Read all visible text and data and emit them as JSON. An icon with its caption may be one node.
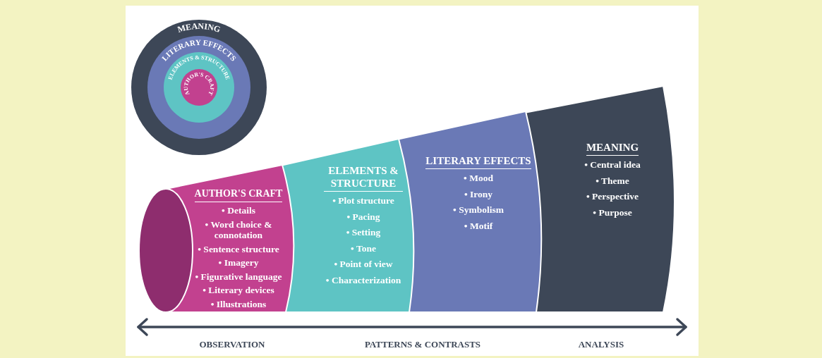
{
  "diagram": {
    "nodes": [
      {
        "text": [
          "MEANING"
        ]
      },
      {
        "text": [
          "LITERARY EFFECTS"
        ],
        "in": 0
      },
      {
        "text": [
          "ELEMENTS & STRUCTURE"
        ],
        "in": 1
      },
      {
        "text": [
          "AUTHOR'S CRAFT"
        ],
        "in": 2
      },
      {
        "text": [],
        "shape": "ellipse"
      },
      {
        "text": [
          "AUTHOR'S CRAFT",
          "• Details",
          "• Word choice & connotation",
          "• Sentence structure",
          "• Imagery",
          "• Figurative language",
          "• Literary devices",
          "• Illustrations"
        ]
      },
      {
        "text": [
          "ELEMENTS & STRUCTURE",
          "• Plot structure",
          "• Pacing",
          "• Setting",
          "• Tone",
          "• Point of view",
          "• Characterization"
        ]
      },
      {
        "text": [
          "LITERARY EFFECTS",
          "• Mood",
          "• Irony",
          "• Symbolism",
          "• Motif"
        ]
      },
      {
        "text": [
          "MEANING",
          "• Central idea",
          "• Theme",
          "• Perspective",
          "• Purpose"
        ]
      }
    ],
    "labels": [
      "OBSERVATION",
      "PATTERNS & CONTRASTS",
      "ANALYSIS"
    ]
  }
}
